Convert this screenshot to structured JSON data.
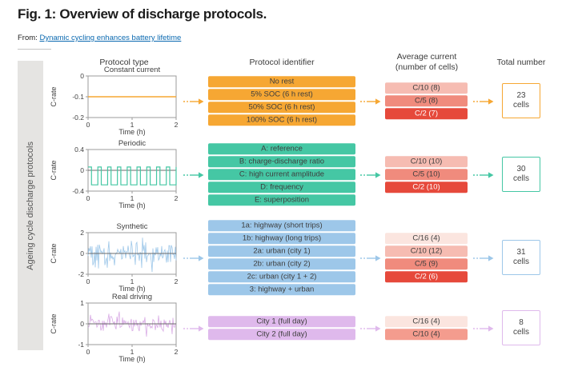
{
  "page": {
    "title": "Fig. 1: Overview of discharge protocols.",
    "from_label": "From:",
    "link_text": "Dynamic cycling enhances battery lifetime"
  },
  "sidebar": {
    "label": "Ageing cycle discharge protocols"
  },
  "columns": {
    "col1": "Protocol type",
    "col2": "Protocol identifier",
    "col3_line1": "Average current",
    "col3_line2": "(number of cells)",
    "col4": "Total number"
  },
  "rows": [
    {
      "name": "constant-current",
      "accent": "#F6A733",
      "chart": {
        "type": "line",
        "title": "Constant current",
        "ylabel": "C-rate",
        "xlabel": "Time (h)",
        "yticks": [
          "0",
          "-0.1",
          "-0.2"
        ],
        "xticks": [
          "0",
          "1",
          "2"
        ],
        "ylim": [
          -0.2,
          0
        ],
        "xlim": [
          0,
          2
        ],
        "signal": "flat",
        "flat_value": -0.1,
        "color": "#F6A733",
        "zero_line": false,
        "amp": 0
      },
      "identifiers": [
        "No rest",
        "5% SOC (6 h rest)",
        "50% SOC (6 h rest)",
        "100% SOC (6 h rest)"
      ],
      "currents": [
        {
          "label": "C/10 (8)",
          "bg": "#F6BCB2",
          "fg": "#3D3D3D"
        },
        {
          "label": "C/5 (8)",
          "bg": "#F08B7D",
          "fg": "#3D3D3D"
        },
        {
          "label": "C/2 (7)",
          "bg": "#E6493B",
          "fg": "#FFFFFF"
        }
      ],
      "total_value": "23",
      "total_unit": "cells"
    },
    {
      "name": "periodic",
      "accent": "#45C7A4",
      "chart": {
        "type": "line",
        "title": "Periodic",
        "ylabel": "C-rate",
        "xlabel": "Time (h)",
        "yticks": [
          "0.4",
          "0",
          "-0.4"
        ],
        "xticks": [
          "0",
          "1",
          "2"
        ],
        "ylim": [
          -0.4,
          0.4
        ],
        "xlim": [
          0,
          2
        ],
        "signal": "square",
        "square_high": 0.06,
        "square_low": -0.3,
        "cycles": 9,
        "color": "#45C7A4",
        "zero_line": true,
        "amp": 0
      },
      "identifiers": [
        "A: reference",
        "B: charge-discharge ratio",
        "C: high current amplitude",
        "D: frequency",
        "E: superposition"
      ],
      "currents": [
        {
          "label": "C/10 (10)",
          "bg": "#F6BCB2",
          "fg": "#3D3D3D"
        },
        {
          "label": "C/5 (10)",
          "bg": "#F08B7D",
          "fg": "#3D3D3D"
        },
        {
          "label": "C/2 (10)",
          "bg": "#E6493B",
          "fg": "#FFFFFF"
        }
      ],
      "total_value": "30",
      "total_unit": "cells"
    },
    {
      "name": "synthetic",
      "accent": "#9DC7E9",
      "chart": {
        "type": "line",
        "title": "Synthetic",
        "ylabel": "C-rate",
        "xlabel": "Time (h)",
        "yticks": [
          "2",
          "0",
          "-2"
        ],
        "xticks": [
          "0",
          "1",
          "2"
        ],
        "ylim": [
          -2,
          2
        ],
        "xlim": [
          0,
          2
        ],
        "signal": "noise",
        "color": "#9DC7E9",
        "zero_line": true,
        "amp": 0.45
      },
      "identifiers": [
        "1a: highway (short trips)",
        "1b: highway (long trips)",
        "2a: urban (city 1)",
        "2b: urban (city 2)",
        "2c: urban (city 1 + 2)",
        "3: highway + urban"
      ],
      "currents": [
        {
          "label": "C/16 (4)",
          "bg": "#FBE5DF",
          "fg": "#3D3D3D"
        },
        {
          "label": "C/10 (12)",
          "bg": "#F6BCB2",
          "fg": "#3D3D3D"
        },
        {
          "label": "C/5 (9)",
          "bg": "#F08B7D",
          "fg": "#3D3D3D"
        },
        {
          "label": "C/2 (6)",
          "bg": "#E6493B",
          "fg": "#FFFFFF"
        }
      ],
      "total_value": "31",
      "total_unit": "cells"
    },
    {
      "name": "real-driving",
      "accent": "#DFB9EC",
      "chart": {
        "type": "line",
        "title": "Real driving",
        "ylabel": "C-rate",
        "xlabel": "Time (h)",
        "yticks": [
          "1",
          "0",
          "-1"
        ],
        "xticks": [
          "0",
          "1",
          "2"
        ],
        "ylim": [
          -1,
          1
        ],
        "xlim": [
          0,
          2
        ],
        "signal": "noise",
        "color": "#D9ABE5",
        "zero_line": true,
        "amp": 0.3
      },
      "identifiers": [
        "City 1 (full day)",
        "City 2 (full day)"
      ],
      "currents": [
        {
          "label": "C/16 (4)",
          "bg": "#FBE5DF",
          "fg": "#3D3D3D"
        },
        {
          "label": "C/10 (4)",
          "bg": "#F49C8E",
          "fg": "#3D3D3D"
        }
      ],
      "total_value": "8",
      "total_unit": "cells"
    }
  ]
}
